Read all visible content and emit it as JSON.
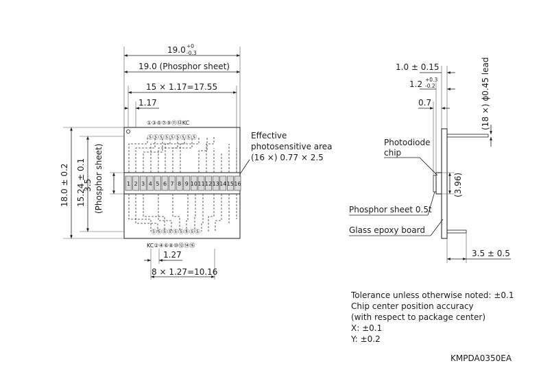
{
  "dims": {
    "width_total": "19.0",
    "width_total_tol_upper": "+0",
    "width_total_tol_lower": "-0.3",
    "width_phosphor": "19.0 (Phosphor sheet)",
    "pitch_total": "15 × 1.17=17.55",
    "pitch": "1.17",
    "height_total": "18.0 ± 0.2",
    "pin_row_spacing": "15.24 ± 0.1",
    "phosphor_height_value": "3.5",
    "phosphor_height_label": "(Phosphor sheet)",
    "pin_pitch": "1.27",
    "pin_total": "8 × 1.27=10.16",
    "board_thickness": "1.0 ± 0.15",
    "chip_thickness": "1.2",
    "chip_thickness_tol_upper": "+0.3",
    "chip_thickness_tol_lower": "-0.2",
    "offset": "0.7",
    "lead": "(18 ×) ϕ0.45 lead",
    "chip_height": "(3.96)",
    "lead_length": "3.5 ± 0.5"
  },
  "labels": {
    "effective_line1": "Effective",
    "effective_line2": "photosensitive area",
    "effective_line3": "(16 ×) 0.77 × 2.5",
    "photodiode_line1": "Photodiode",
    "photodiode_line2": "chip",
    "phosphor_sheet": "Phosphor sheet 0.5t",
    "glass_epoxy": "Glass epoxy board"
  },
  "pins": {
    "top": "①③⑤⑦⑨⑪⑬KC",
    "bottom": "KC②④⑥⑧⑩⑫⑭⑯"
  },
  "element_labels": [
    "1",
    "2",
    "3",
    "4",
    "5",
    "6",
    "7",
    "8",
    "9",
    "10",
    "11",
    "12",
    "13",
    "14",
    "15",
    "16"
  ],
  "notes": [
    "Tolerance unless otherwise noted: ±0.1",
    "Chip center position accuracy",
    "(with respect to package center)",
    "X: ±0.1",
    "Y: ±0.2"
  ],
  "drawing_code": "KMPDA0350EA"
}
